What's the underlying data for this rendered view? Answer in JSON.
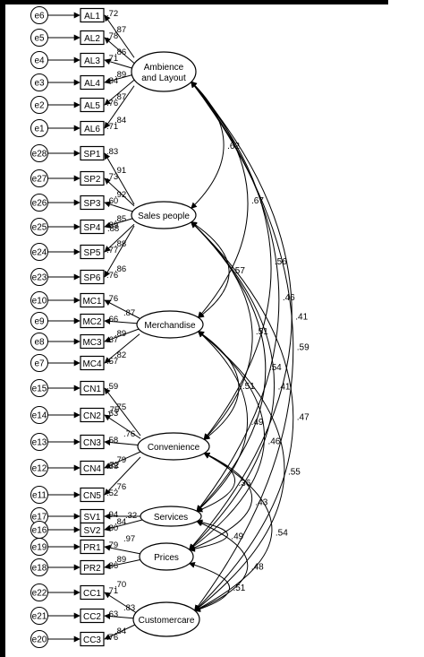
{
  "diagram": {
    "latents": [
      {
        "id": "AD",
        "lines": [
          "Ambience",
          "and Layout"
        ]
      },
      {
        "id": "SP",
        "lines": [
          "Sales people"
        ]
      },
      {
        "id": "MD",
        "lines": [
          "Merchandise"
        ]
      },
      {
        "id": "CV",
        "lines": [
          "Convenience"
        ]
      },
      {
        "id": "SV",
        "lines": [
          "Services"
        ]
      },
      {
        "id": "PR",
        "lines": [
          "Prices"
        ]
      },
      {
        "id": "CC",
        "lines": [
          "Customercare"
        ]
      }
    ],
    "indicators": [
      {
        "name": "AL1",
        "error": "e6",
        "latent": "AD",
        "loading": ".72",
        "residual": ""
      },
      {
        "name": "AL2",
        "error": "e5",
        "latent": "AD",
        "loading": ".78",
        "residual": ".87"
      },
      {
        "name": "AL3",
        "error": "e4",
        "latent": "AD",
        "loading": ".71",
        "residual": ".86"
      },
      {
        "name": "AL4",
        "error": "e3",
        "latent": "AD",
        "loading": ".84",
        "residual": ".89"
      },
      {
        "name": "AL5",
        "error": "e2",
        "latent": "AD",
        "loading": ".76",
        "residual": ".87"
      },
      {
        "name": "AL6",
        "error": "e1",
        "latent": "AD",
        "loading": ".71",
        "residual": ".84"
      },
      {
        "name": "SP1",
        "error": "e28",
        "latent": "SP",
        "loading": ".83",
        "residual": ""
      },
      {
        "name": "SP2",
        "error": "e27",
        "latent": "SP",
        "loading": ".73",
        "residual": ".91"
      },
      {
        "name": "SP3",
        "error": "e26",
        "latent": "SP",
        "loading": ".60",
        "residual": ".92"
      },
      {
        "name": "SP4",
        "error": "e25",
        "latent": "SP",
        "loading": ".89",
        "residual": ".85"
      },
      {
        "name": "SP5",
        "error": "e24",
        "latent": "SP",
        "loading": ".77",
        "residual": ".88"
      },
      {
        "name": "SP6",
        "error": "e23",
        "latent": "SP",
        "loading": ".76",
        "residual": ".86"
      },
      {
        "name": "MC1",
        "error": "e10",
        "latent": "MD",
        "loading": ".76",
        "residual": ""
      },
      {
        "name": "MC2",
        "error": "e9",
        "latent": "MD",
        "loading": ".66",
        "residual": ".87"
      },
      {
        "name": "MC3",
        "error": "e8",
        "latent": "MD",
        "loading": ".67",
        "residual": ".89"
      },
      {
        "name": "MC4",
        "error": "e7",
        "latent": "MD",
        "loading": ".57",
        "residual": ".82"
      },
      {
        "name": "CN1",
        "error": "e15",
        "latent": "CV",
        "loading": ".59",
        "residual": ""
      },
      {
        "name": "CN2",
        "error": "e14",
        "latent": "CV",
        "loading": ".63",
        "residual": ".75"
      },
      {
        "name": "CN3",
        "error": "e13",
        "latent": "CV",
        "loading": ".58",
        "residual": ".76"
      },
      {
        "name": "CN4",
        "error": "e12",
        "latent": "CV",
        "loading": ".58",
        "residual": ".79"
      },
      {
        "name": "CN5",
        "error": "e11",
        "latent": "CV",
        "loading": ".52",
        "residual": ".76"
      },
      {
        "name": "SV1",
        "error": "e17",
        "latent": "SV",
        "loading": ".94",
        "residual": ""
      },
      {
        "name": "SV2",
        "error": "e16",
        "latent": "SV",
        "loading": ".80",
        "residual": ".84"
      },
      {
        "name": "PR1",
        "error": "e19",
        "latent": "PR",
        "loading": ".79",
        "residual": ".97"
      },
      {
        "name": "PR2",
        "error": "e18",
        "latent": "PR",
        "loading": ".86",
        "residual": ".89"
      },
      {
        "name": "CC1",
        "error": "e22",
        "latent": "CC",
        "loading": ".71",
        "residual": ".70"
      },
      {
        "name": "CC2",
        "error": "e21",
        "latent": "CC",
        "loading": ".63",
        "residual": ".83"
      },
      {
        "name": "CC3",
        "error": "e20",
        "latent": "CC",
        "loading": ".76",
        "residual": ".84"
      }
    ],
    "correlations": [
      {
        "from": "AD",
        "to": "SP",
        "value": ".62"
      },
      {
        "from": "AD",
        "to": "MD",
        "value": ".67"
      },
      {
        "from": "AD",
        "to": "CV",
        "value": ".56"
      },
      {
        "from": "AD",
        "to": "SV",
        "value": ".46"
      },
      {
        "from": "AD",
        "to": "PR",
        "value": ".41"
      },
      {
        "from": "AD",
        "to": "CC",
        "value": ".59"
      },
      {
        "from": "SP",
        "to": "MD",
        "value": ".57"
      },
      {
        "from": "SP",
        "to": "CV",
        "value": ".51"
      },
      {
        "from": "SP",
        "to": "SV",
        "value": ".54"
      },
      {
        "from": "SP",
        "to": "PR",
        "value": ".41"
      },
      {
        "from": "SP",
        "to": "CC",
        "value": ".47"
      },
      {
        "from": "MD",
        "to": "CV",
        "value": ".51"
      },
      {
        "from": "MD",
        "to": "SV",
        "value": ".49"
      },
      {
        "from": "MD",
        "to": "PR",
        "value": ".46"
      },
      {
        "from": "MD",
        "to": "CC",
        "value": ".55"
      },
      {
        "from": "CV",
        "to": "SV",
        "value": ".36"
      },
      {
        "from": "CV",
        "to": "PR",
        "value": ".43"
      },
      {
        "from": "CV",
        "to": "CC",
        "value": ".54"
      },
      {
        "from": "SV",
        "to": "PR",
        "value": ".49"
      },
      {
        "from": "SV",
        "to": "CC",
        "value": ".48"
      },
      {
        "from": "PR",
        "to": "CC",
        "value": ".51"
      }
    ],
    "extra_labels": [
      ".32",
      ".72",
      ".88",
      ".75"
    ]
  }
}
